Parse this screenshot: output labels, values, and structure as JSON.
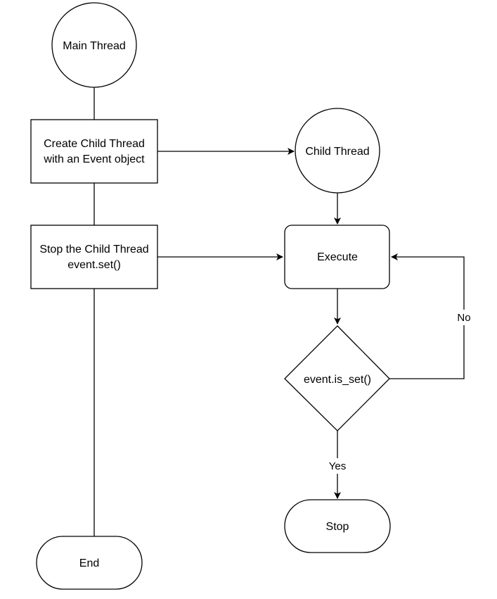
{
  "diagram": {
    "nodes": {
      "main_thread": {
        "label": "Main Thread",
        "shape": "circle"
      },
      "create_child": {
        "label_lines": [
          "Create Child Thread",
          "with an Event object"
        ],
        "shape": "rectangle"
      },
      "stop_child": {
        "label_lines": [
          "Stop the Child Thread",
          "event.set()"
        ],
        "shape": "rectangle"
      },
      "end": {
        "label": "End",
        "shape": "terminator"
      },
      "child_thread": {
        "label": "Child Thread",
        "shape": "circle"
      },
      "execute": {
        "label": "Execute",
        "shape": "rounded-rectangle"
      },
      "is_set": {
        "label": "event.is_set()",
        "shape": "diamond"
      },
      "stop": {
        "label": "Stop",
        "shape": "terminator"
      }
    },
    "edges": {
      "no_label": "No",
      "yes_label": "Yes"
    }
  }
}
